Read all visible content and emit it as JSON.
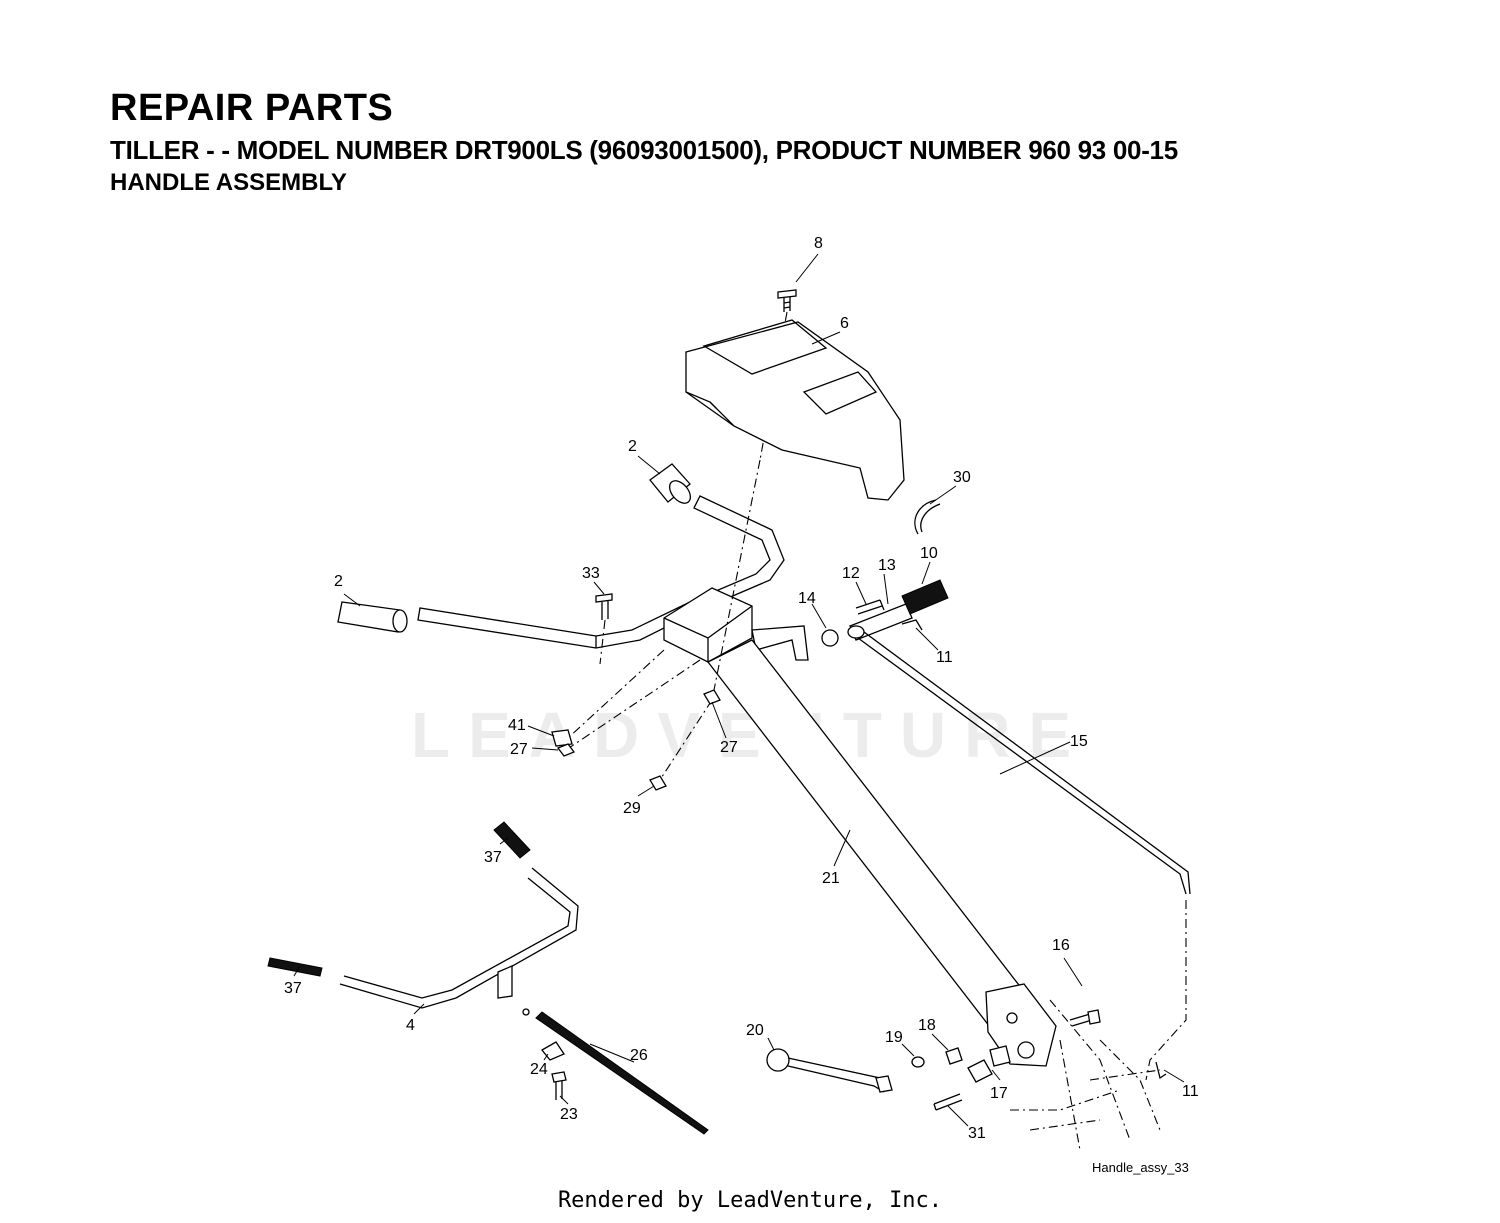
{
  "header": {
    "title": "REPAIR PARTS",
    "subtitle": "TILLER - - MODEL NUMBER DRT900LS (96093001500), PRODUCT NUMBER 960 93 00-15",
    "section": "HANDLE ASSEMBLY"
  },
  "watermark": "LEADVENTURE",
  "callouts": [
    {
      "id": "c8",
      "label": "8"
    },
    {
      "id": "c6",
      "label": "6"
    },
    {
      "id": "c2a",
      "label": "2"
    },
    {
      "id": "c30",
      "label": "30"
    },
    {
      "id": "c2b",
      "label": "2"
    },
    {
      "id": "c33",
      "label": "33"
    },
    {
      "id": "c12",
      "label": "12"
    },
    {
      "id": "c13",
      "label": "13"
    },
    {
      "id": "c10",
      "label": "10"
    },
    {
      "id": "c14",
      "label": "14"
    },
    {
      "id": "c11a",
      "label": "11"
    },
    {
      "id": "c41",
      "label": "41"
    },
    {
      "id": "c27a",
      "label": "27"
    },
    {
      "id": "c27b",
      "label": "27"
    },
    {
      "id": "c15",
      "label": "15"
    },
    {
      "id": "c29",
      "label": "29"
    },
    {
      "id": "c37a",
      "label": "37"
    },
    {
      "id": "c21",
      "label": "21"
    },
    {
      "id": "c16",
      "label": "16"
    },
    {
      "id": "c37b",
      "label": "37"
    },
    {
      "id": "c4",
      "label": "4"
    },
    {
      "id": "c26",
      "label": "26"
    },
    {
      "id": "c20",
      "label": "20"
    },
    {
      "id": "c19",
      "label": "19"
    },
    {
      "id": "c18",
      "label": "18"
    },
    {
      "id": "c24",
      "label": "24"
    },
    {
      "id": "c17",
      "label": "17"
    },
    {
      "id": "c11b",
      "label": "11"
    },
    {
      "id": "c23",
      "label": "23"
    },
    {
      "id": "c31",
      "label": "31"
    }
  ],
  "drawing_id": "Handle_assy_33",
  "footer": "Rendered by LeadVenture, Inc."
}
